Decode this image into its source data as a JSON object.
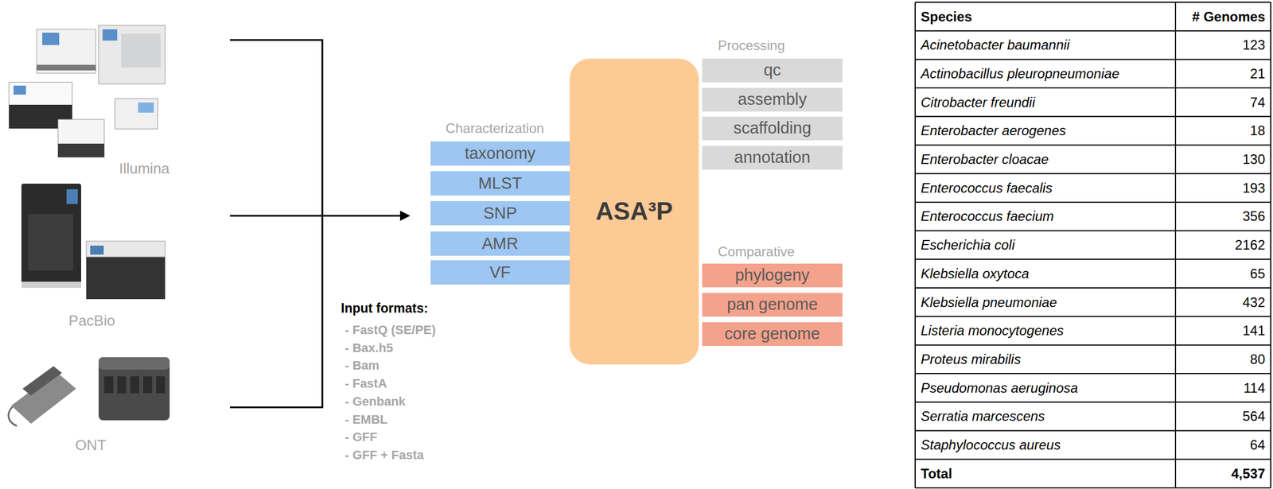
{
  "diagram": {
    "nodes": [
      {
        "text": [
          "taxonomy"
        ]
      },
      {
        "text": [
          "MLST"
        ]
      },
      {
        "text": [
          "SNP"
        ]
      },
      {
        "text": [
          "AMR"
        ]
      },
      {
        "text": [
          "VF"
        ]
      },
      {
        "text": [
          "ASA³P"
        ]
      },
      {
        "text": [
          "qc"
        ]
      },
      {
        "text": [
          "assembly"
        ]
      },
      {
        "text": [
          "scaffolding"
        ]
      },
      {
        "text": [
          "annotation"
        ]
      },
      {
        "text": [
          "phylogeny"
        ]
      },
      {
        "text": [
          "pan genome"
        ]
      },
      {
        "text": [
          "core genome"
        ]
      }
    ],
    "labels": [
      "Illumina",
      "PacBio",
      "ONT",
      "Characterization",
      "Processing",
      "Comparative",
      "Input formats:",
      "- FastQ (SE/PE)",
      "- Bax.h5",
      "- Bam",
      "- FastA",
      "- Genbank",
      "- EMBL",
      "- GFF",
      "- GFF + Fasta",
      "Species",
      "# Genomes",
      "Acinetobacter baumannii",
      "123",
      "Actinobacillus pleuropneumoniae",
      "21",
      "Citrobacter freundii",
      "74",
      "Enterobacter aerogenes",
      "18",
      "Enterobacter cloacae",
      "130",
      "Enterococcus faecalis",
      "193",
      "Enterococcus faecium",
      "356",
      "Escherichia coli",
      "2162",
      "Klebsiella oxytoca",
      "65",
      "Klebsiella pneumoniae",
      "432",
      "Listeria monocytogenes",
      "141",
      "Proteus mirabilis",
      "80",
      "Pseudomonas aeruginosa",
      "114",
      "Serratia marcescens",
      "564",
      "Staphylococcus aureus",
      "64",
      "Total",
      "4,537"
    ]
  }
}
